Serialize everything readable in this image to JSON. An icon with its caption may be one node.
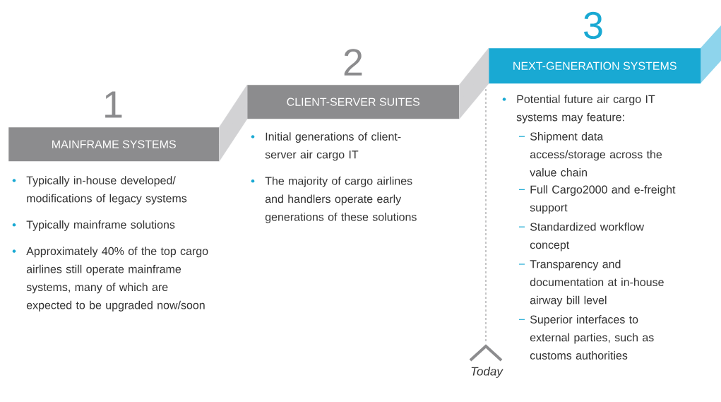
{
  "diagram": {
    "nodes": [
      {
        "text": [
          "1",
          "MAINFRAME SYSTEMS"
        ],
        "beside": [
          "Typically in-house developed/ modifications of legacy systems",
          "Typically mainframe solutions",
          "Approximately 40% of the top cargo airlines still operate mainframe systems, many of which are expected to be upgraded now/soon"
        ]
      },
      {
        "text": [
          "2",
          "CLIENT-SERVER SUITES"
        ],
        "beside": [
          "Initial generations of client-server air cargo IT",
          "The majority of cargo airlines and handlers operate early generations of these solutions"
        ]
      },
      {
        "text": [
          "3",
          "NEXT-GENERATION SYSTEMS"
        ],
        "beside": [
          "Potential future air cargo IT systems may feature:",
          "Shipment data access/storage across the value chain",
          "Full Cargo2000 and e-freight support",
          "Standardized workflow concept",
          "Transparency and documentation at in-house airway bill level",
          "Superior interfaces to external parties, such as customs authorities"
        ]
      }
    ],
    "edges": [
      {
        "from": 0,
        "to": 1,
        "arrow": "none"
      },
      {
        "from": 1,
        "to": 2,
        "arrow": "none"
      }
    ],
    "labels": [
      "Today"
    ]
  }
}
